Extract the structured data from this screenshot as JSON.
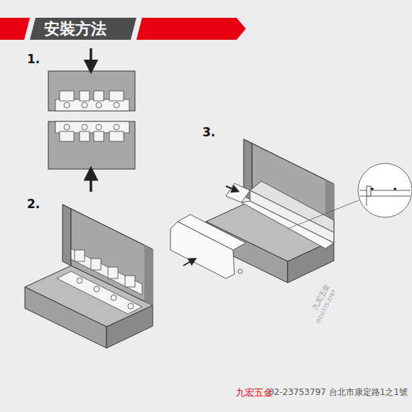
{
  "diagram": {
    "title": "安裝方法",
    "labels": [
      "1.",
      "2.",
      "3.",
      "九宏五金",
      "(02)2375-3797",
      "九宏五金",
      "02-23753797 台北市康定路1之1號"
    ]
  }
}
